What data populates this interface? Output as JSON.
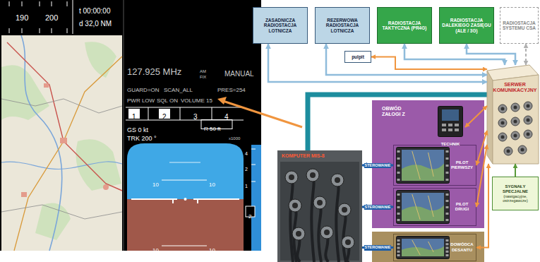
{
  "diagram": {
    "nodes": [
      {
        "text": [
          "ZASADNICZA RADIOSTACJA LOTNICZA"
        ]
      },
      {
        "text": [
          "REZERWOWA RADIOSTACJA LOTNICZA"
        ]
      },
      {
        "text": [
          "pulpit"
        ]
      },
      {
        "text": [
          "RADIOSTACJA TAKTYCZNA (PR4G)"
        ]
      },
      {
        "text": [
          "RADIOSTACJA DALEKIEGO ZASIĘGU (ALE / 3G)"
        ]
      },
      {
        "text": [
          "RADIOSTACJA SYSTEMU CSA"
        ]
      },
      {
        "text": [
          "SERWER KOMUNIKACYJNY"
        ]
      },
      {
        "text": [
          "KOMPUTER MIS-8"
        ]
      },
      {
        "text": [
          "OBWÓD ZAŁOGI Z"
        ]
      },
      {
        "text": [
          "TECHNIK"
        ],
        "in": 8
      },
      {
        "text": [
          "PILOT PIERWSZY"
        ],
        "in": 8
      },
      {
        "text": [
          "PILOT DRUGI"
        ],
        "in": 8
      },
      {
        "text": [
          "SYGNAŁY SPECJALNE",
          "(nawigacyjne, ostrzegawcze)"
        ]
      },
      {
        "text": [
          "DOWÓDCA DESANTU"
        ]
      }
    ],
    "edges": [
      {
        "from": 0,
        "to": 6,
        "arrow": "both"
      },
      {
        "from": 1,
        "to": 6,
        "arrow": "both"
      },
      {
        "from": 2,
        "to": 6,
        "arrow": "both"
      },
      {
        "from": 3,
        "to": 6,
        "arrow": "both"
      },
      {
        "from": 4,
        "to": 6,
        "arrow": "both"
      },
      {
        "from": 5,
        "to": 6,
        "arrow": "both"
      },
      {
        "from": 7,
        "to": 10,
        "label": "STEROWANIE",
        "arrow": "both"
      },
      {
        "from": 7,
        "to": 11,
        "label": "STEROWANIE",
        "arrow": "both"
      },
      {
        "from": 7,
        "to": 13,
        "label": "STEROWANIE",
        "arrow": "both"
      },
      {
        "from": 6,
        "to": 9,
        "arrow": "both"
      },
      {
        "from": 6,
        "to": 10,
        "arrow": "both"
      },
      {
        "from": 6,
        "to": 11,
        "arrow": "both"
      },
      {
        "from": 6,
        "to": 13,
        "arrow": "both"
      },
      {
        "from": 12,
        "to": 6,
        "arrow": "to"
      }
    ],
    "labels": [
      "190",
      "200",
      "t 00:00:00",
      "d 32,0 NM",
      "127.925 MHz",
      "AM",
      "FIX",
      "MANUAL",
      "GUARD=ON",
      "SCAN_ALL",
      "PRES=254",
      "PWR LOW",
      "SQL ON",
      "VOLUME 15",
      "1",
      "2",
      "3",
      "4",
      "GS 0 kt",
      "TRK 200 °",
      "R 50 ft",
      "x1000",
      "4",
      "2",
      "1",
      "10",
      "10",
      "10",
      "10",
      "2"
    ]
  }
}
